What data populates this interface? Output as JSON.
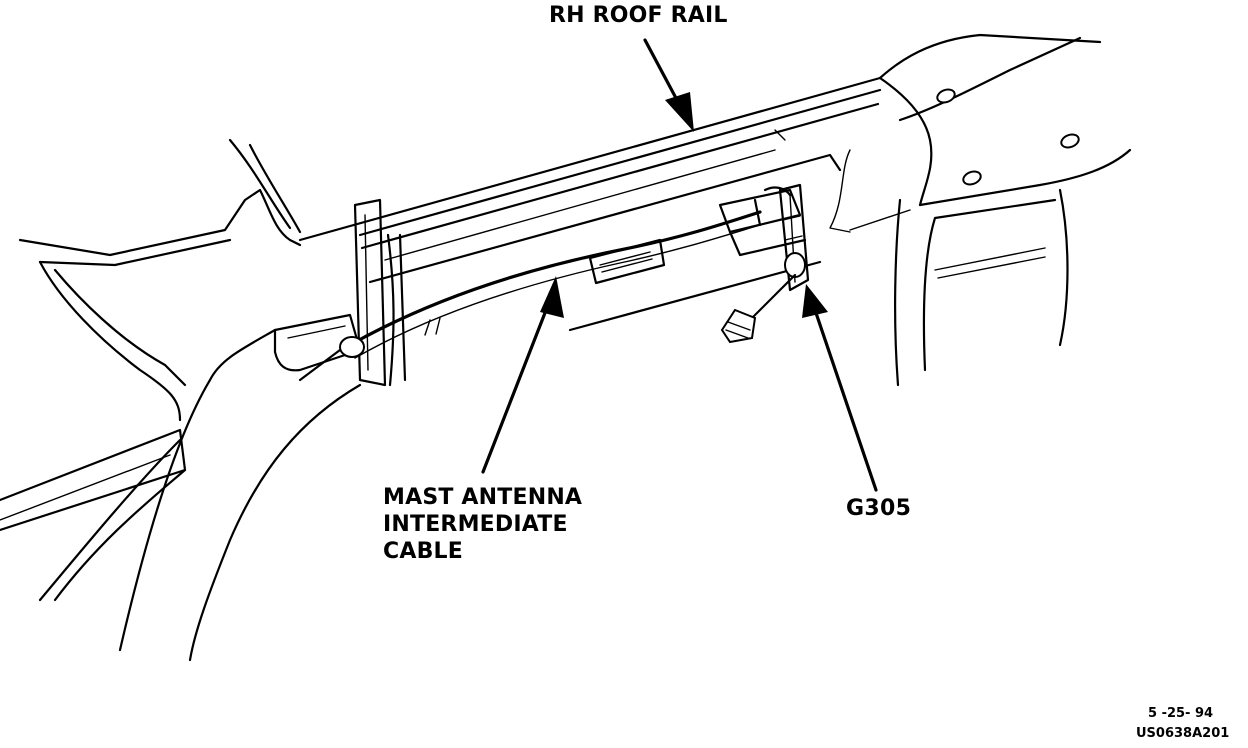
{
  "callouts": {
    "roof_rail": "RH ROOF RAIL",
    "cable_line1": "MAST ANTENNA",
    "cable_line2": "INTERMEDIATE",
    "cable_line3": "CABLE",
    "ground": "G305"
  },
  "footer": {
    "date": "5 -25- 94",
    "figure_code": "US0638A201"
  }
}
